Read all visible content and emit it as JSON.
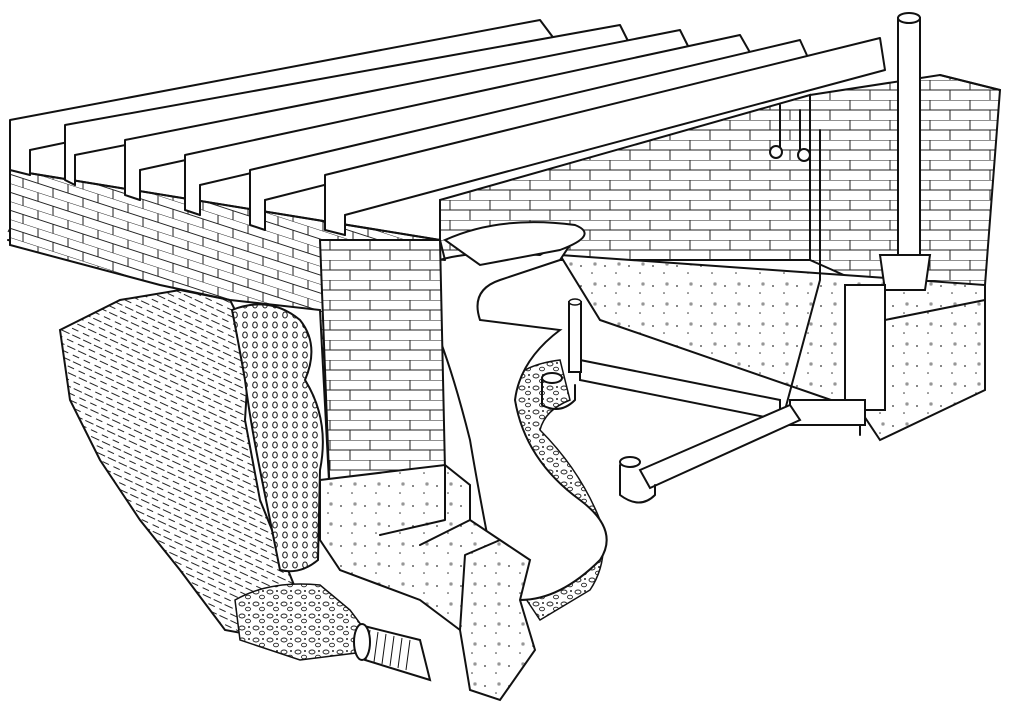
{
  "illustration": {
    "style": "black ink line drawing on white",
    "ink_color": "#111111",
    "background_color": "#ffffff",
    "components": [
      "floor-joists",
      "brick-foundation-wall",
      "concrete-footing",
      "basement-slab",
      "gravel-backfill",
      "drain-tile",
      "waste-pipes",
      "vent-stack",
      "water-supply-valves",
      "soil-cross-section"
    ]
  }
}
